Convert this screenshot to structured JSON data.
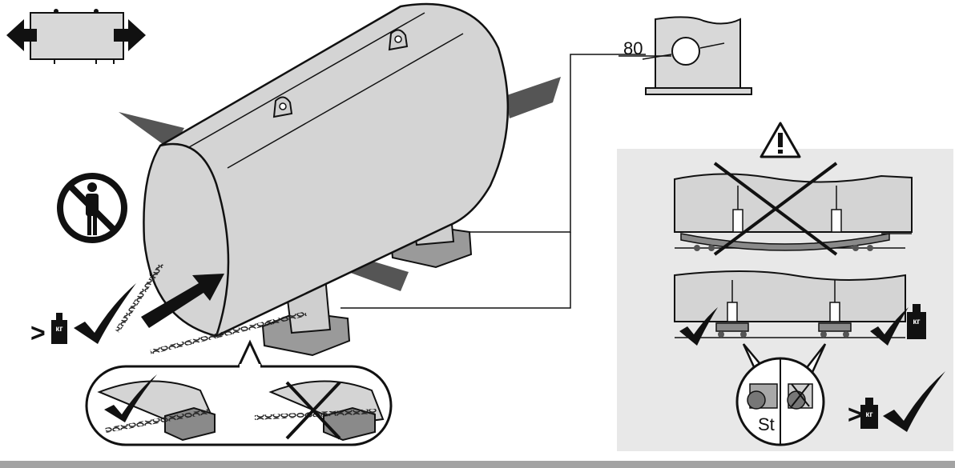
{
  "labels": {
    "dimension_value": "80",
    "weight_compare": ">",
    "weight_unit": "кг",
    "stop_label": "St"
  },
  "colors": {
    "tank_fill": "#d4d4d4",
    "panel_bg": "#e8e8e8",
    "outline": "#111111",
    "bottom_bar": "#a3a3a3"
  },
  "icons": [
    "arrow-icon",
    "no-person-icon",
    "warning-icon",
    "weight-icon",
    "check-icon",
    "cross-icon",
    "chain-icon",
    "lifting-eye-icon"
  ]
}
